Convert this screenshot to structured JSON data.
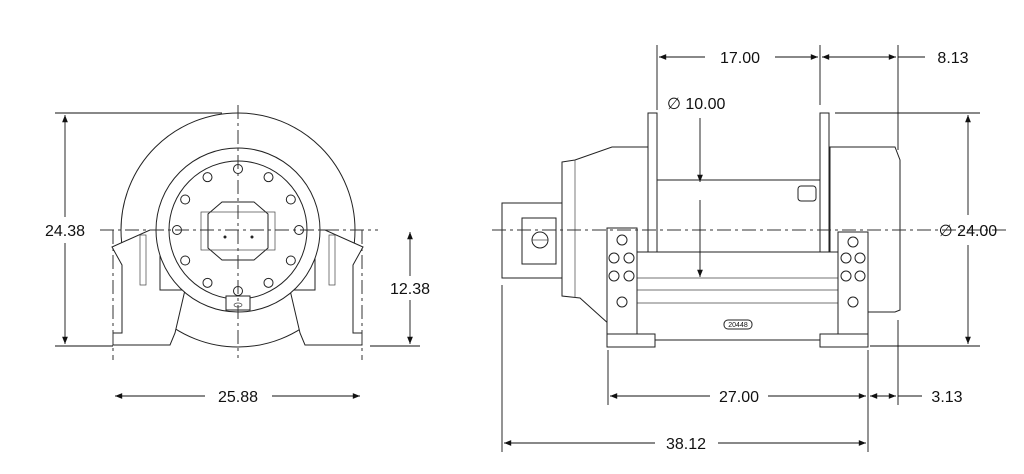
{
  "dimensions": {
    "front_height": "24.38",
    "front_center_height": "12.38",
    "front_width": "25.88",
    "drum_length": "17.00",
    "flange_offset": "8.13",
    "drum_diameter": "∅ 10.00",
    "flange_diameter": "∅ 24.00",
    "base_length": "27.00",
    "end_offset": "3.13",
    "overall_length": "38.12"
  },
  "part_label": "20448"
}
